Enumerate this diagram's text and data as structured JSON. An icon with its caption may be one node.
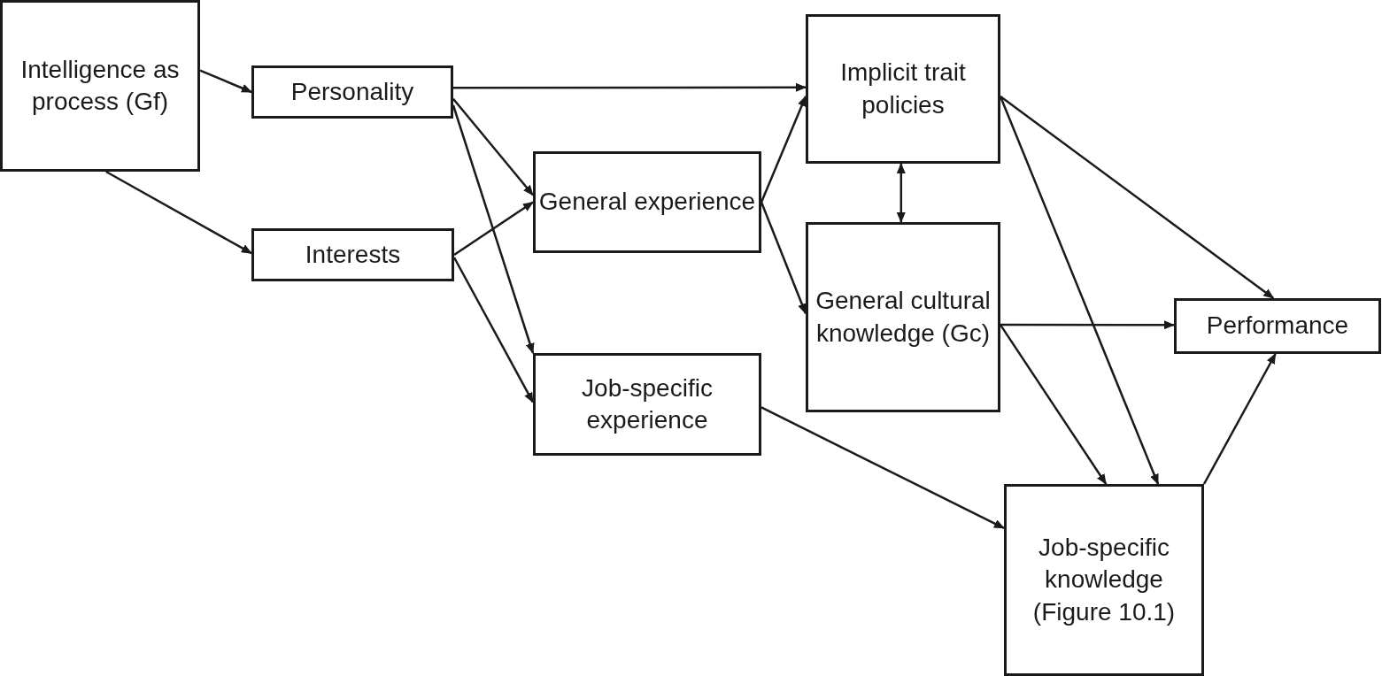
{
  "diagram": {
    "nodes": [
      {
        "text": [
          "Intelligence as process (Gf)"
        ]
      },
      {
        "text": [
          "Personality"
        ]
      },
      {
        "text": [
          "Interests"
        ]
      },
      {
        "text": [
          "General experience"
        ]
      },
      {
        "text": [
          "Job-specific experience"
        ]
      },
      {
        "text": [
          "Implicit trait policies"
        ]
      },
      {
        "text": [
          "General cultural knowledge (Gc)"
        ]
      },
      {
        "text": [
          "Performance"
        ]
      },
      {
        "text": [
          "Job-specific knowledge (Figure 10.1)"
        ]
      }
    ],
    "edges": [
      {
        "from": 0,
        "to": 1,
        "arrow": "to"
      },
      {
        "from": 0,
        "to": 2,
        "arrow": "to"
      },
      {
        "from": 1,
        "to": 5,
        "arrow": "to"
      },
      {
        "from": 1,
        "to": 3,
        "arrow": "to"
      },
      {
        "from": 1,
        "to": 4,
        "arrow": "to"
      },
      {
        "from": 2,
        "to": 3,
        "arrow": "to"
      },
      {
        "from": 2,
        "to": 4,
        "arrow": "to"
      },
      {
        "from": 3,
        "to": 5,
        "arrow": "to"
      },
      {
        "from": 3,
        "to": 6,
        "arrow": "to"
      },
      {
        "from": 5,
        "to": 6,
        "arrow": "both"
      },
      {
        "from": 5,
        "to": 7,
        "arrow": "to"
      },
      {
        "from": 5,
        "to": 8,
        "arrow": "to"
      },
      {
        "from": 6,
        "to": 7,
        "arrow": "to"
      },
      {
        "from": 6,
        "to": 8,
        "arrow": "to"
      },
      {
        "from": 4,
        "to": 8,
        "arrow": "to"
      },
      {
        "from": 8,
        "to": 7,
        "arrow": "to"
      }
    ]
  }
}
